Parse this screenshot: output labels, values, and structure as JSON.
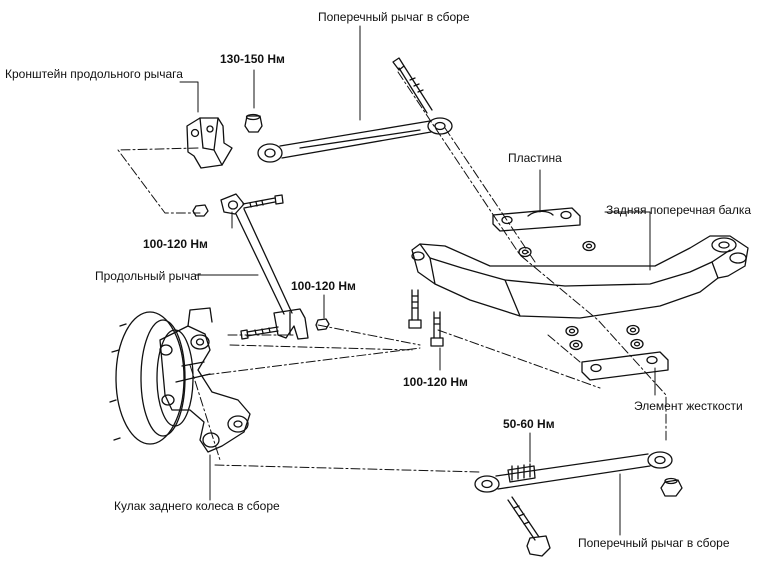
{
  "labels": {
    "lateral_arm_upper": "Поперечный рычаг в сборе",
    "torque_nut_top": "130-150 Нм",
    "bracket": "Кронштейн продольного рычага",
    "plate": "Пластина",
    "rear_crossmember": "Задняя поперечная балка",
    "torque_trailing_front": "100-120 Нм",
    "trailing_arm": "Продольный рычаг",
    "torque_trailing_rear": "100-120 Нм",
    "torque_crossmember_bolts": "100-120 Нм",
    "stiffener": "Элемент жесткости",
    "torque_lateral_lower": "50-60 Нм",
    "knuckle": "Кулак заднего колеса в сборе",
    "lateral_arm_lower": "Поперечный рычаг в сборе"
  },
  "colors": {
    "line": "#111111",
    "background": "#ffffff"
  }
}
